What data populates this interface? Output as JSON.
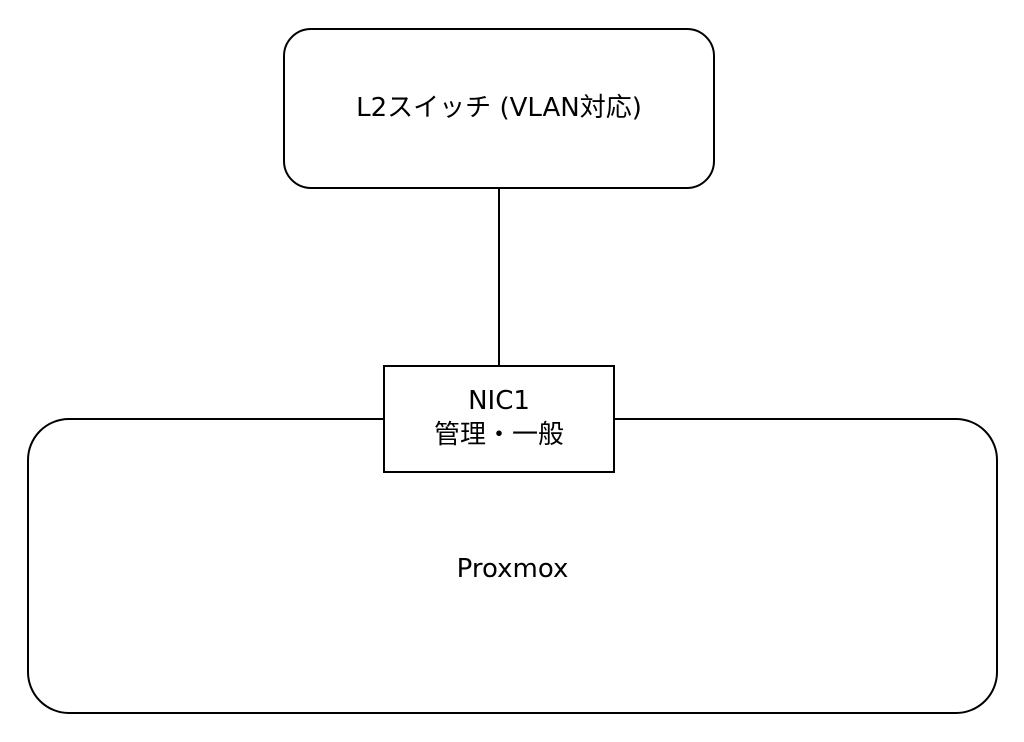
{
  "nodes": {
    "switch": {
      "label": "L2スイッチ (VLAN対応)"
    },
    "nic": {
      "line1": "NIC1",
      "line2": "管理・一般"
    },
    "proxmox": {
      "label": "Proxmox"
    }
  },
  "colors": {
    "stroke": "#000000",
    "fill": "#ffffff"
  }
}
